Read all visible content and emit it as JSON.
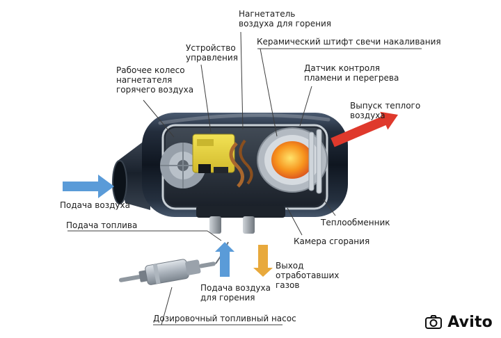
{
  "labels": {
    "blower": "Нагнетатель\nвоздуха для горения",
    "glow_plug": "Керамический штифт свечи накаливания",
    "control_unit": "Устройство\nуправления",
    "flame_sensor": "Датчик контроля\nпламени и перегрева",
    "impeller": "Рабочее колесо\nнагнетателя\nгорячего воздуха",
    "warm_air_out": "Выпуск теплого\nвоздуха",
    "air_supply": "Подача воздуха",
    "fuel_supply": "Подача топлива",
    "heat_exchanger": "Теплообменник",
    "combustion_chamber": "Камера сгорания",
    "exhaust_out": "Выход\nотработавших\nгазов",
    "combustion_air_supply": "Подача воздуха\nдля горения",
    "fuel_pump": "Дозировочный топливный насос"
  },
  "watermark": {
    "brand": "Avito"
  },
  "colors": {
    "air_arrow": "#5a9bd8",
    "warm_air_arrow": "#df392c",
    "exhaust_arrow": "#e8a93c",
    "leader_line": "#3c3c3c",
    "control_unit_yellow": "#e8d44a",
    "glow_orange": "#f07818"
  }
}
